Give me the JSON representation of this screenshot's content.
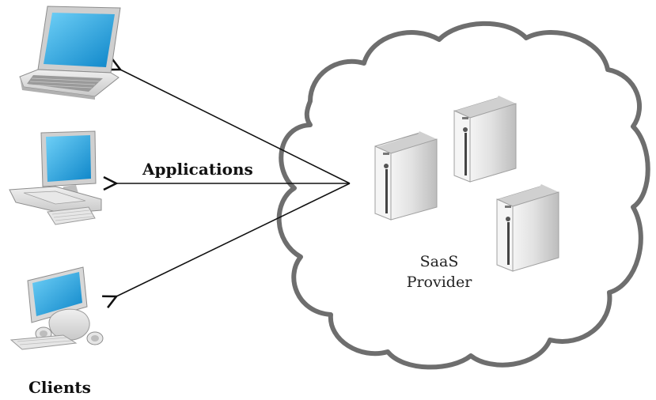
{
  "labels": {
    "applications": "Applications",
    "clients": "Clients",
    "provider_line1": "SaaS",
    "provider_line2": "Provider"
  },
  "icons": {
    "clients": [
      "laptop-icon",
      "desktop-computer-icon",
      "imac-computer-icon"
    ],
    "servers": [
      "server-tower-icon",
      "server-tower-icon",
      "server-tower-icon"
    ],
    "cloud": "cloud-shape"
  },
  "colors": {
    "cloud_outline": "#6e6e6e",
    "screen": "#1aa3e6",
    "server_body": "#d9d9d9",
    "arrow": "#111111"
  }
}
